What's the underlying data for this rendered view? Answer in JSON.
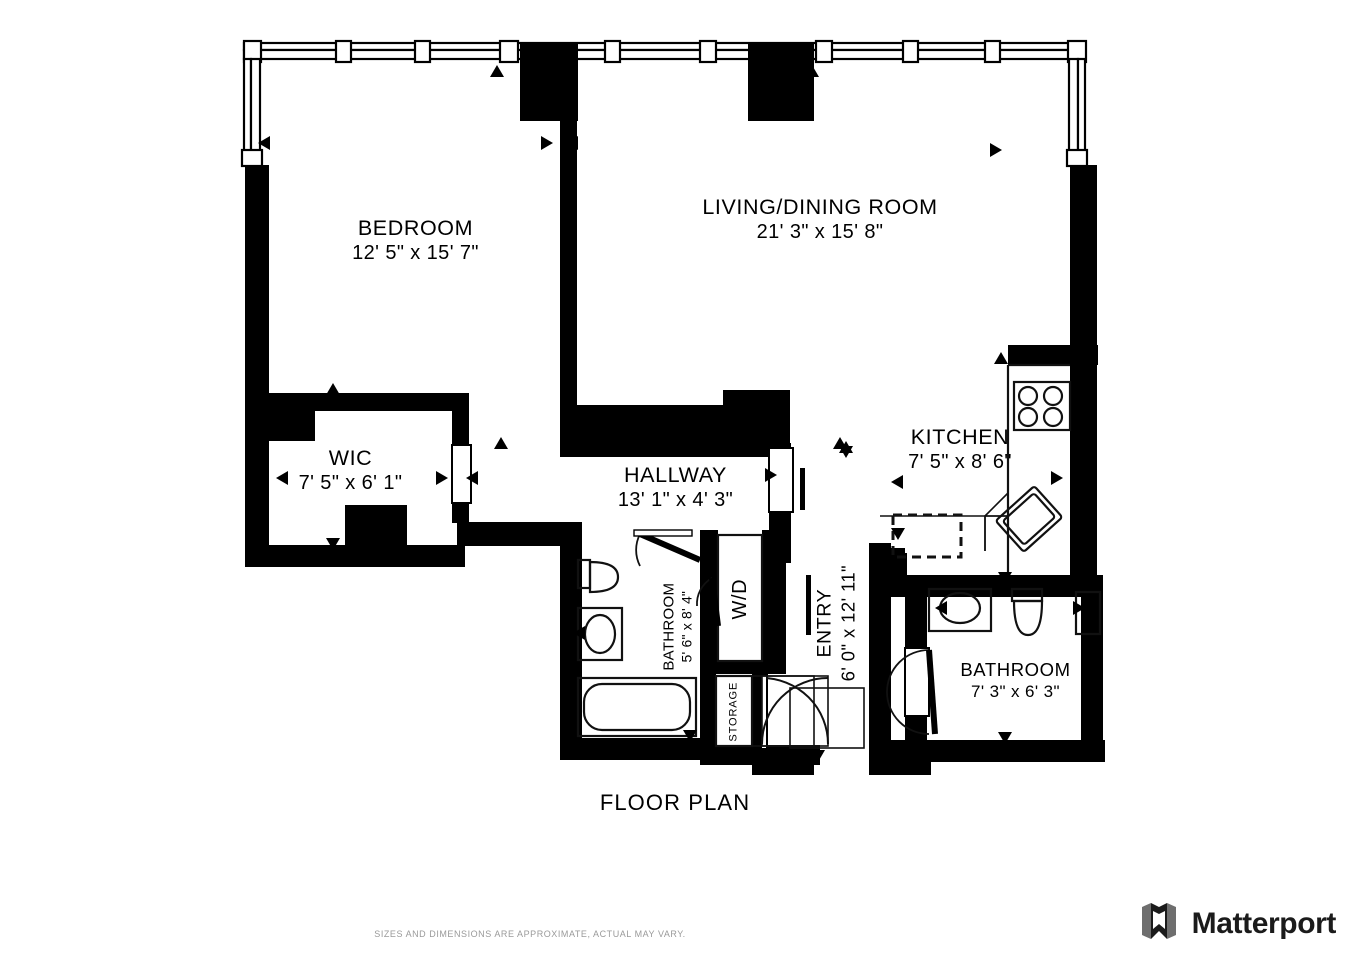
{
  "document": {
    "type": "floor-plan",
    "title": "FLOOR PLAN",
    "disclaimer": "SIZES AND DIMENSIONS ARE APPROXIMATE, ACTUAL MAY VARY.",
    "brand": {
      "name": "Matterport",
      "logo_icon": "matterport-box-logo"
    },
    "colors": {
      "wall": "#000000",
      "floor": "#ffffff",
      "fixture_stroke": "#1a1a1a",
      "text": "#000000",
      "disclaimer_text": "#9a9a9a",
      "brand_text": "#1b1b1b"
    }
  },
  "rooms": [
    {
      "id": "bedroom",
      "name": "BEDROOM",
      "dimensions": "12' 5\" x 15' 7\"",
      "width_ft": 12.42,
      "length_ft": 15.58
    },
    {
      "id": "living_dining",
      "name": "LIVING/DINING ROOM",
      "dimensions": "21' 3\" x 15' 8\"",
      "width_ft": 21.25,
      "length_ft": 15.67
    },
    {
      "id": "wic",
      "name": "WIC",
      "dimensions": "7' 5\" x 6' 1\"",
      "width_ft": 7.42,
      "length_ft": 6.08
    },
    {
      "id": "hallway",
      "name": "HALLWAY",
      "dimensions": "13' 1\" x 4' 3\"",
      "width_ft": 13.08,
      "length_ft": 4.25
    },
    {
      "id": "kitchen",
      "name": "KITCHEN",
      "dimensions": "7' 5\" x 8' 6\"",
      "width_ft": 7.42,
      "length_ft": 8.5
    },
    {
      "id": "bathroom_main",
      "name": "BATHROOM",
      "dimensions": "5' 6\" x 8' 4\"",
      "width_ft": 5.5,
      "length_ft": 8.33
    },
    {
      "id": "bathroom_guest",
      "name": "BATHROOM",
      "dimensions": "7' 3\" x 6' 3\"",
      "width_ft": 7.25,
      "length_ft": 6.25
    },
    {
      "id": "entry",
      "name": "ENTRY",
      "dimensions": "6' 0\" x 12' 11\"",
      "width_ft": 6.0,
      "length_ft": 12.92
    }
  ],
  "spaces": [
    {
      "id": "wd",
      "name": "W/D",
      "label": "W/D"
    },
    {
      "id": "storage",
      "name": "STORAGE",
      "label": "STORAGE"
    }
  ],
  "fixtures": [
    {
      "id": "range",
      "icon": "cooktop-four-burner-icon",
      "room": "kitchen"
    },
    {
      "id": "kitchen_sink",
      "icon": "sink-diagonal-icon",
      "room": "kitchen"
    },
    {
      "id": "fridge",
      "icon": "refrigerator-dashed-icon",
      "room": "kitchen"
    },
    {
      "id": "toilet_main",
      "icon": "toilet-icon",
      "room": "bathroom_main"
    },
    {
      "id": "vanity_main",
      "icon": "vanity-sink-icon",
      "room": "bathroom_main"
    },
    {
      "id": "bathtub",
      "icon": "bathtub-icon",
      "room": "bathroom_main"
    },
    {
      "id": "vanity_guest",
      "icon": "vanity-sink-icon",
      "room": "bathroom_guest"
    },
    {
      "id": "toilet_guest",
      "icon": "toilet-icon",
      "room": "bathroom_guest"
    }
  ]
}
